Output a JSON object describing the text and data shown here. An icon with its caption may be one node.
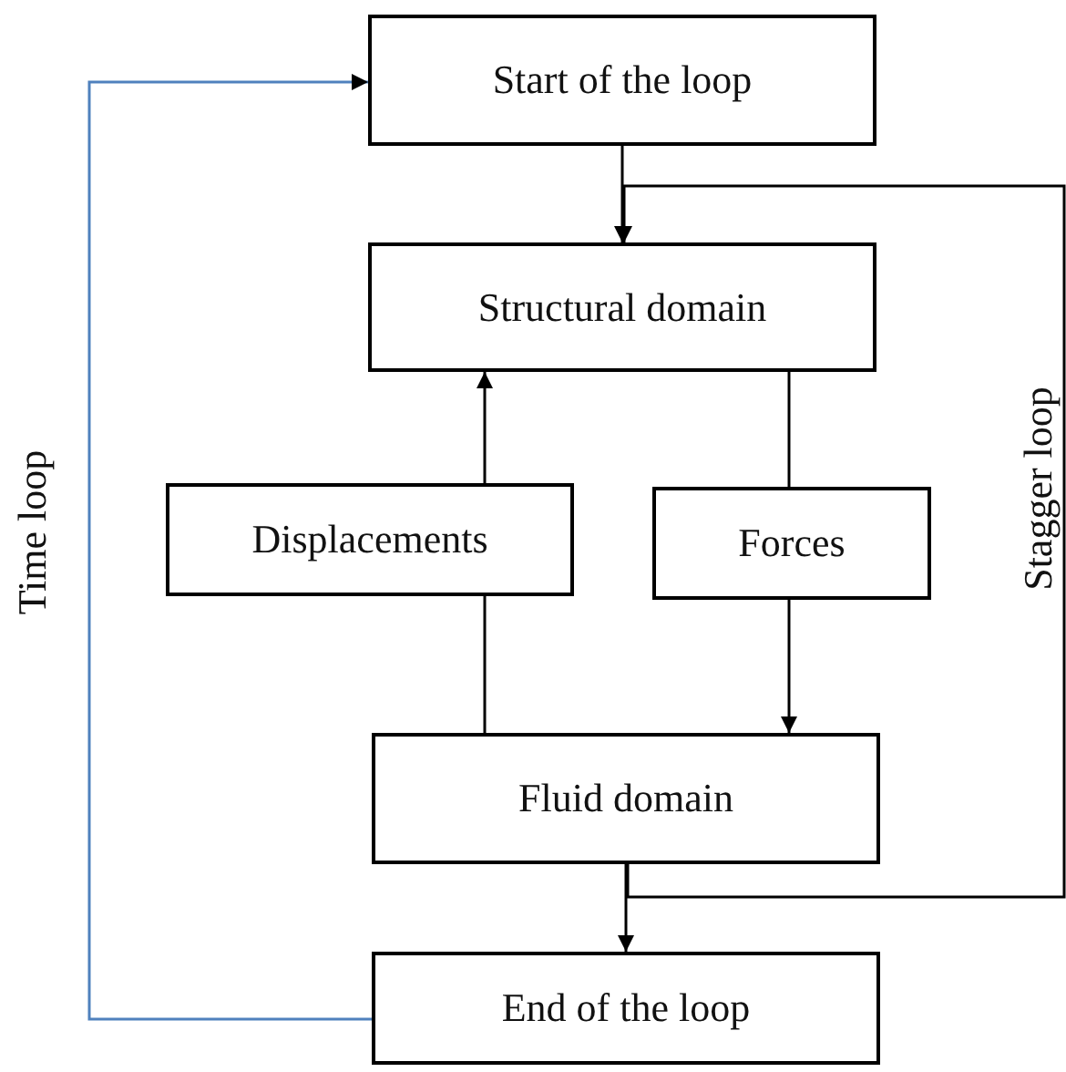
{
  "diagram": {
    "nodes": [
      {
        "text": [
          "Start of the loop"
        ]
      },
      {
        "text": [
          "Structural domain"
        ]
      },
      {
        "text": [
          "Displacements"
        ]
      },
      {
        "text": [
          "Forces"
        ]
      },
      {
        "text": [
          "Fluid domain"
        ]
      },
      {
        "text": [
          "End of the loop"
        ]
      }
    ],
    "edges": [
      {
        "from": 0,
        "to": 1,
        "arrow": "to"
      },
      {
        "from": 2,
        "to": 1,
        "arrow": "to"
      },
      {
        "from": 4,
        "to": 2,
        "arrow": "none"
      },
      {
        "from": 1,
        "to": 3,
        "arrow": "none"
      },
      {
        "from": 3,
        "to": 4,
        "arrow": "to"
      },
      {
        "from": 4,
        "to": 5,
        "arrow": "to"
      },
      {
        "from": 4,
        "to": 1,
        "arrow": "to"
      },
      {
        "from": 5,
        "to": 0,
        "arrow": "to",
        "color": "#4f81bd"
      }
    ],
    "labels": [
      "Time loop",
      "Stagger loop"
    ]
  }
}
